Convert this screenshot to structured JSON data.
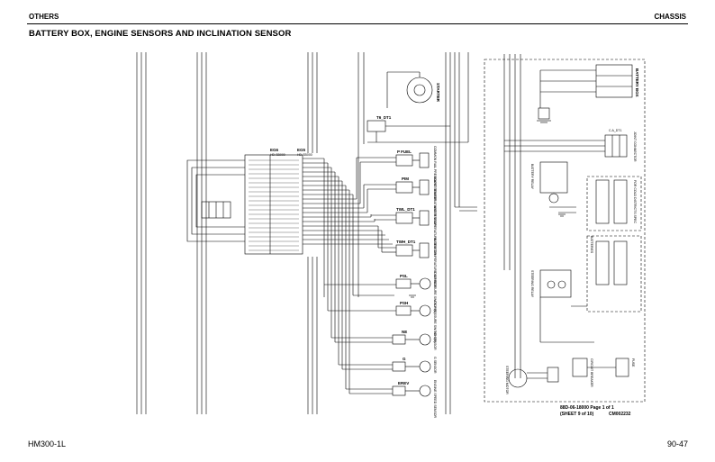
{
  "header": {
    "left": "OTHERS",
    "right": "CHASSIS"
  },
  "page_title": "BATTERY BOX, ENGINE SENSORS AND INCLINATION SENSOR",
  "footer": {
    "model": "HM300-1L",
    "page": "90-47"
  },
  "diagram": {
    "connector_top": "EG6",
    "connector_top_sub": "HD-SB000",
    "connector_bot": "EG5",
    "connector_bot_sub": "HD-SB000",
    "components": {
      "starter": "STARTER",
      "t6_dt1": "T6_DT1",
      "p_fuel": "P FUEL",
      "p_fuel_desc": "COMMON RAIL PRESSURE SENSOR",
      "pim": "PIM",
      "pim_desc": "BOOST TEMPERATURE SENSOR",
      "twl_dt1": "TWL_DT1",
      "twl_desc": "WATER TEMPERATURE SENSOR",
      "twh_dt1": "TWH_DT1",
      "twh_desc": "WATER TEMPERATURE SENSOR",
      "psl": "PSL",
      "psl_desc": "OIL PRESSURE SWITCH (L)",
      "psh": "PSH",
      "psh_desc": "OIL PRESSURE SWITCH (H)",
      "ne": "NE",
      "ne_desc": "NE SENSOR",
      "g": "G",
      "g_desc": "G SENSOR",
      "erev": "EREV",
      "erev_desc": "ENGINE SPEED SENSOR",
      "battery_box": "BATTERY BOX",
      "c_a_dt1": "C.A_DT1",
      "joint_connector": "JOINT CONNECTOR",
      "batteries": "BATTERIES",
      "cold_spec": "FOR COLD DISTRICTS SPEC",
      "battery_relay": "BATTERY RELAY",
      "steering_relay": "STEERING RELAY",
      "steering_motor": "STEERING MOTOR",
      "fuse": "FUSE",
      "circuit_breaker": "CIRCUIT BREAKER"
    },
    "sheet_ref_1": "88D-06-18000 Page 1 of 1",
    "sheet_ref_2": "(SHEET 9 of 10)",
    "sheet_code": "CM002232"
  }
}
